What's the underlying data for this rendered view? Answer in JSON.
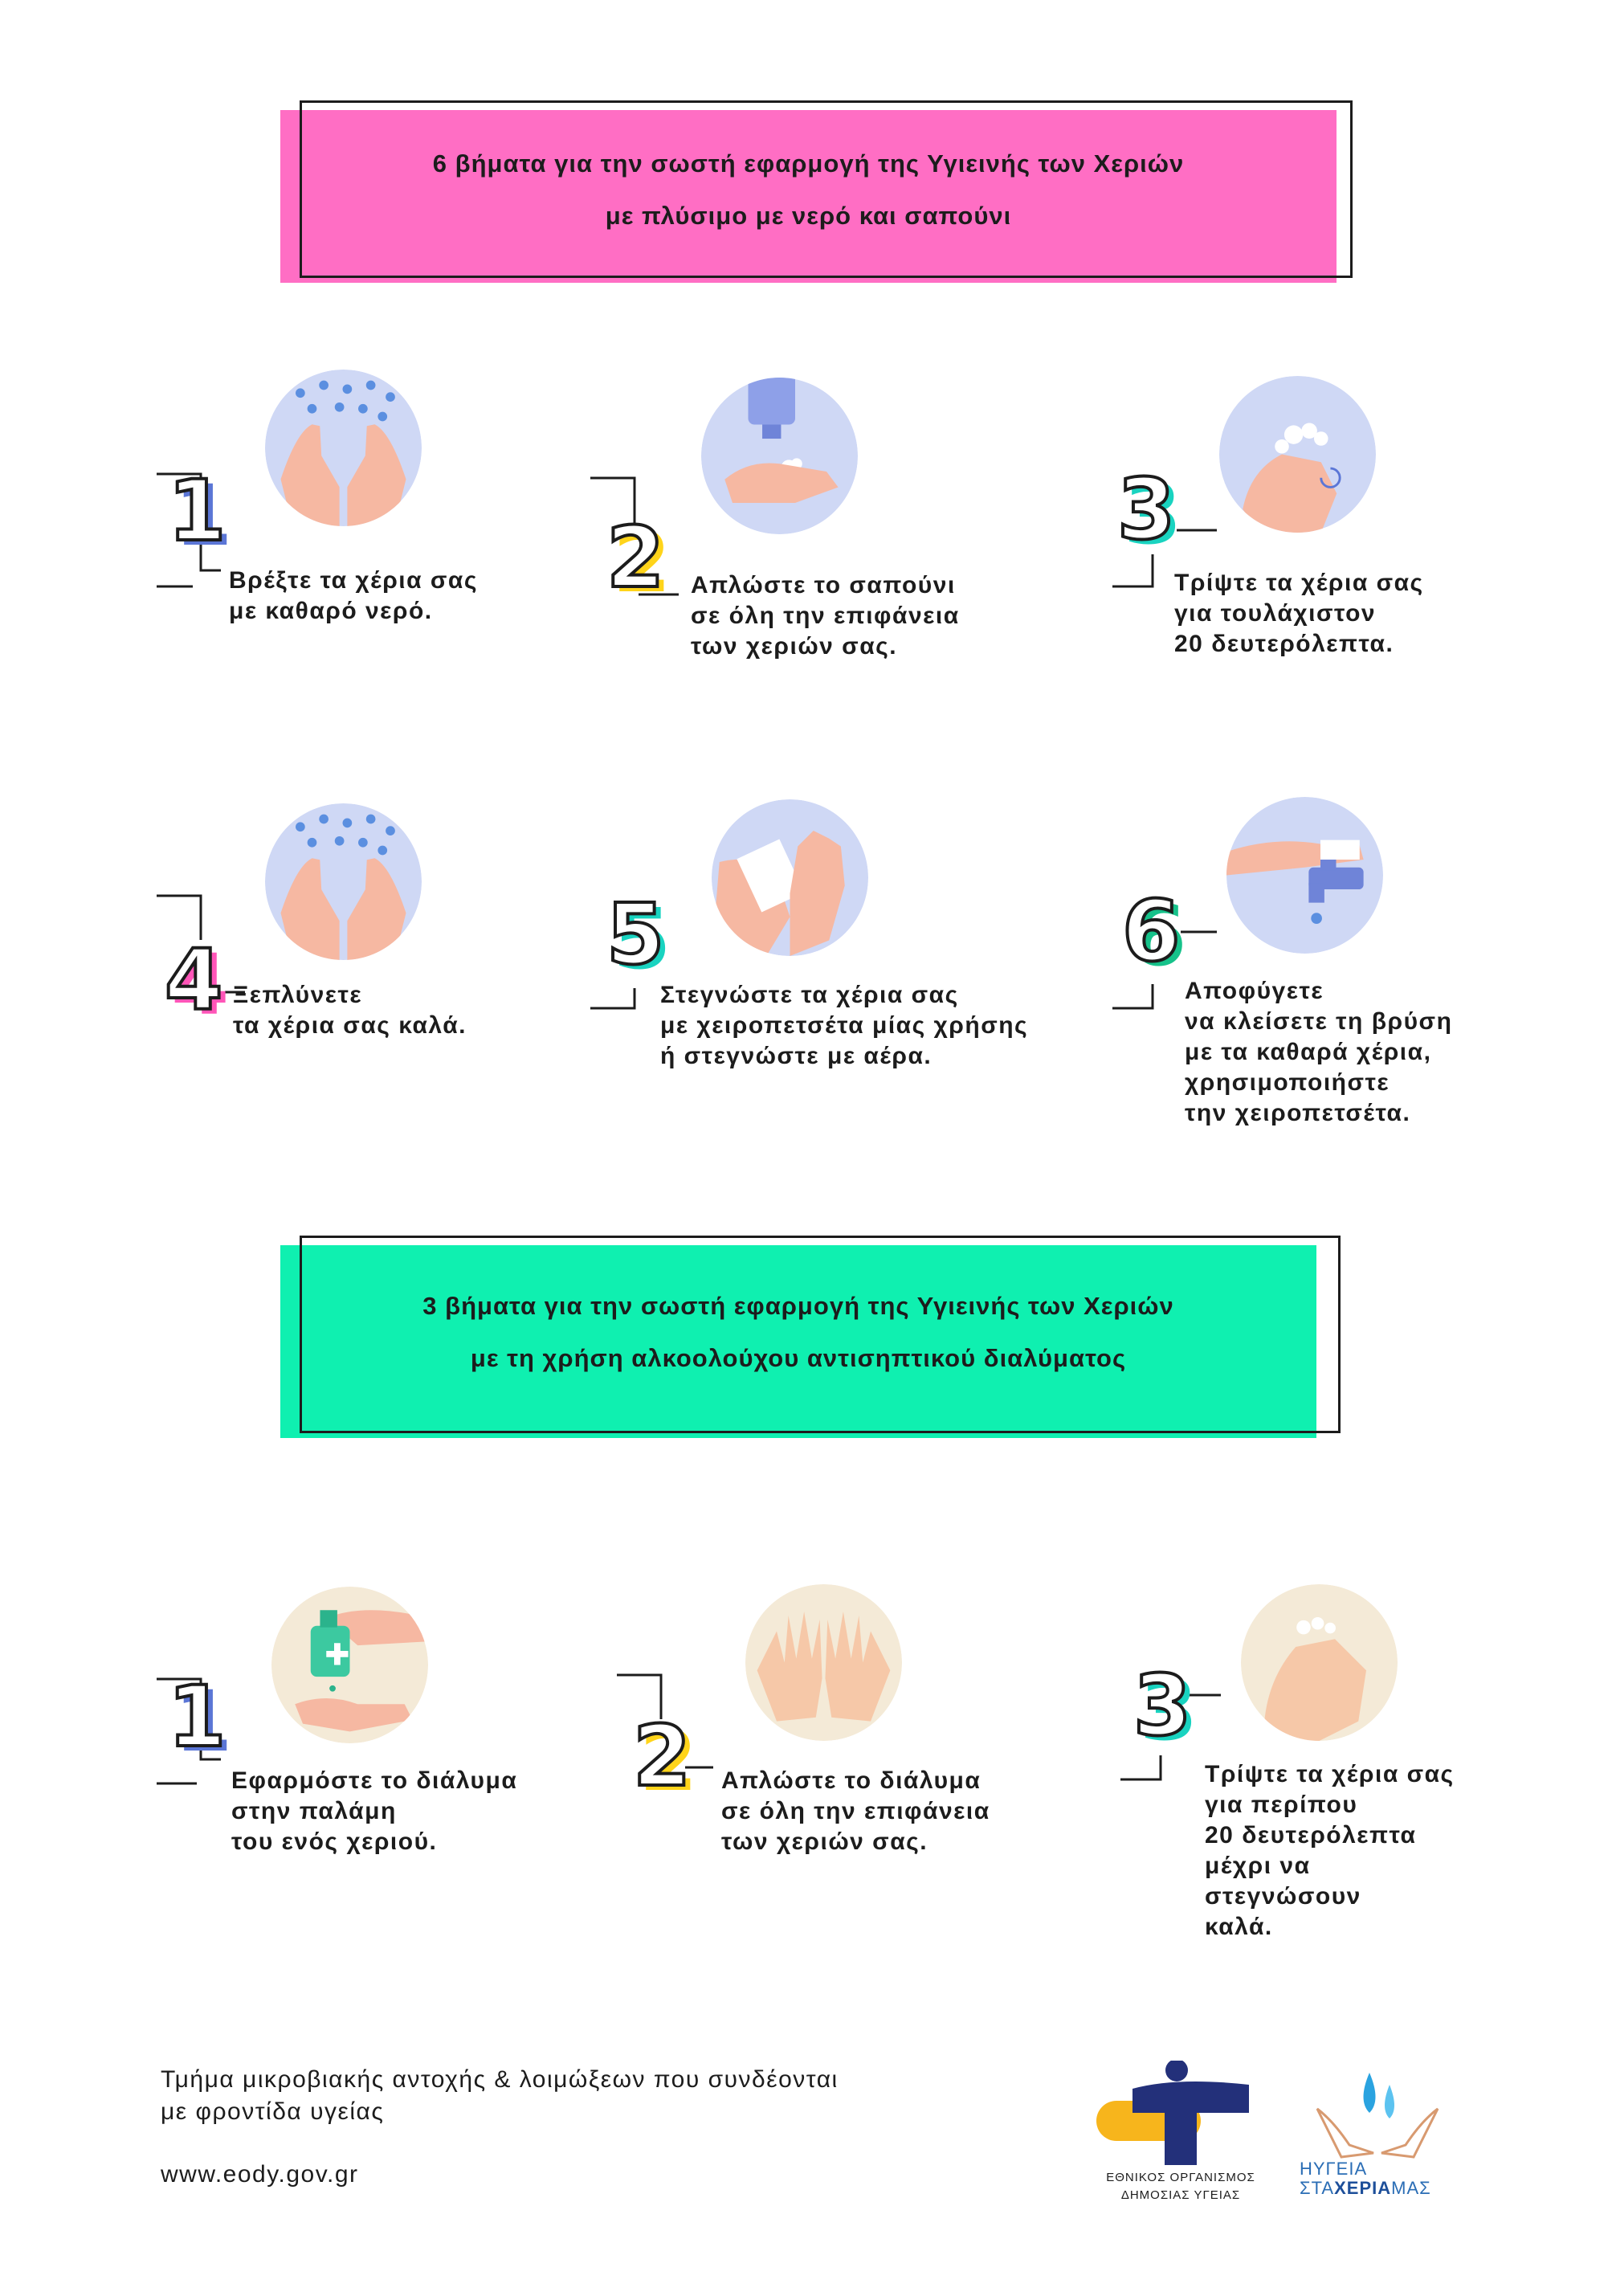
{
  "colors": {
    "soap_banner": "#ff6ec4",
    "alcohol_banner": "#0ff0b0",
    "num_blue": "#5b76d6",
    "num_yellow": "#ffd41a",
    "num_teal": "#19d3c0",
    "num_pink": "#ff55b8",
    "num_green": "#16c28a",
    "circle_blue": "#cfd8f5",
    "circle_beige": "#f4ead7",
    "eody_navy": "#23307a",
    "eody_yellow": "#f7b51c"
  },
  "soap_section": {
    "title_line1": "6 βήματα για την σωστή εφαρμογή της Υγιεινής των Χεριών",
    "title_line2": "με πλύσιμο με νερό και σαπούνι",
    "steps": [
      {
        "number": "1",
        "lines": [
          "Βρέξτε τα χέρια σας",
          "με καθαρό νερό."
        ],
        "icon": "wet-hands-icon"
      },
      {
        "number": "2",
        "lines": [
          "Απλώστε το σαπούνι",
          "σε όλη την επιφάνεια",
          "των χεριών σας."
        ],
        "icon": "soap-dispenser-icon"
      },
      {
        "number": "3",
        "lines": [
          "Τρίψτε τα χέρια σας",
          "για τουλάχιστον",
          "20 δευτερόλεπτα."
        ],
        "icon": "rubbing-hands-icon"
      },
      {
        "number": "4",
        "lines": [
          "Ξεπλύνετε",
          "τα χέρια σας καλά."
        ],
        "icon": "rinse-hands-icon"
      },
      {
        "number": "5",
        "lines": [
          "Στεγνώστε τα χέρια σας",
          "με χειροπετσέτα μίας χρήσης",
          "ή στεγνώστε με αέρα."
        ],
        "icon": "paper-towel-icon"
      },
      {
        "number": "6",
        "lines": [
          "Αποφύγετε",
          "να κλείσετε τη βρύση",
          "με τα καθαρά χέρια,",
          "χρησιμοποιήστε",
          "την χειροπετσέτα."
        ],
        "icon": "faucet-towel-icon"
      }
    ]
  },
  "alcohol_section": {
    "title_line1": "3 βήματα για  την σωστή εφαρμογή της Υγιεινής των Χεριών",
    "title_line2": "με τη χρήση αλκοολούχου αντισηπτικού διαλύματος",
    "steps": [
      {
        "number": "1",
        "lines": [
          "Εφαρμόστε το διάλυμα",
          "στην παλάμη",
          "του ενός χεριού."
        ],
        "icon": "sanitizer-bottle-icon"
      },
      {
        "number": "2",
        "lines": [
          "Απλώστε το διάλυμα",
          "σε όλη την επιφάνεια",
          "των χεριών σας."
        ],
        "icon": "open-palms-icon"
      },
      {
        "number": "3",
        "lines": [
          "Τρίψτε τα χέρια σας",
          "για περίπου",
          "20 δευτερόλεπτα",
          "μέχρι να",
          "στεγνώσουν",
          "καλά."
        ],
        "icon": "rubbing-palms-icon"
      }
    ]
  },
  "footer": {
    "department_line1": "Τμήμα μικροβιακής αντοχής & λοιμώξεων που συνδέονται",
    "department_line2": "με φροντίδα υγείας",
    "website": "www.eody.gov.gr",
    "eody_caption_line1": "ΕΘΝΙΚΟΣ ΟΡΓΑΝΙΣΜΟΣ",
    "eody_caption_line2": "ΔΗΜΟΣΙΑΣ ΥΓΕΙΑΣ",
    "campaign_line1_a": "ΗΥΓΕΙΑ",
    "campaign_line2_a": "ΣΤΑ",
    "campaign_line2_b": "ΧΕΡΙΑ",
    "campaign_line2_c": "ΜΑΣ"
  }
}
